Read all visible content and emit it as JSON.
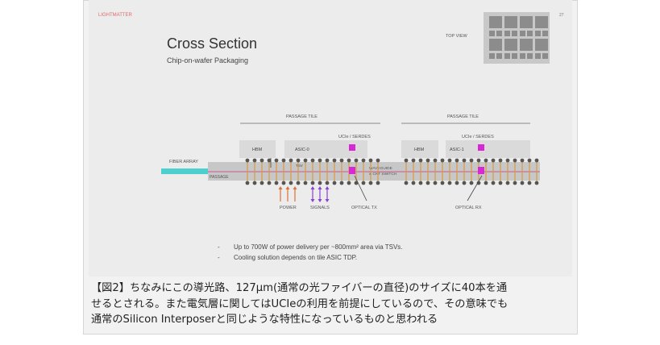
{
  "slide": {
    "brand": "LIGHTMATTER",
    "page_number": "27",
    "title": "Cross Section",
    "subtitle": "Chip-on-wafer Packaging",
    "top_view_label": "TOP VIEW",
    "passage_tile_left": "PASSAGE TILE",
    "passage_tile_right": "PASSAGE TILE",
    "ucie_left": "UCIe / SERDES",
    "ucie_right": "UCIe / SERDES",
    "hbm_left": "HBM",
    "hbm_right": "HBM",
    "asic0": "ASIC-0",
    "asic1": "ASIC-1",
    "tsv": "TSV",
    "fiber_array": "FIBER ARRAY",
    "passage": "PASSAGE",
    "waveguide_line1": "WAVEGUIDE",
    "waveguide_line2": "& CKT SWITCH",
    "power": "POWER",
    "signals": "SIGNALS",
    "optical_tx": "OPTICAL TX",
    "optical_rx": "OPTICAL RX",
    "bullet1": "Up to 700W of power delivery per ~800mm² area via TSVs.",
    "bullet2": "Cooling solution depends on tile ASIC TDP.",
    "colors": {
      "accent_magenta": "#d926d6",
      "fiber_teal": "#4ecfcf",
      "power_orange": "#e0703a",
      "signals_purple": "#8b3fd9"
    }
  },
  "caption": {
    "line1": "【図2】ちなみにこの導光路、127μm(通常の光ファイバーの直径)のサイズに40本を通",
    "line2": "せるとされる。また電気層に関してはUCIeの利用を前提にしているので、その意味でも",
    "line3": "通常のSilicon Interposerと同じような特性になっているものと思われる"
  }
}
